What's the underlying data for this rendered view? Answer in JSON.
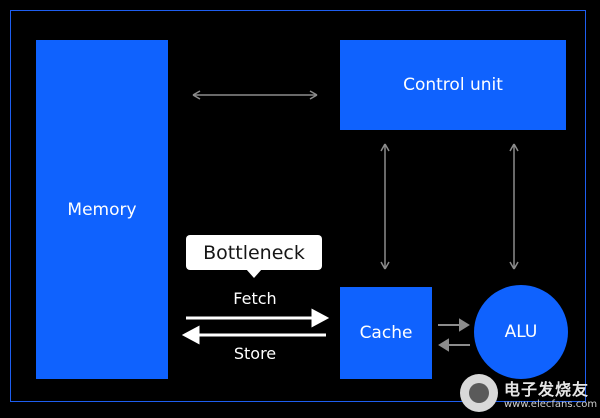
{
  "diagram": {
    "memory_label": "Memory",
    "control_unit_label": "Control unit",
    "cache_label": "Cache",
    "alu_label": "ALU",
    "bottleneck_label": "Bottleneck",
    "fetch_label": "Fetch",
    "store_label": "Store"
  },
  "watermark": {
    "title": "电子发烧友",
    "url": "www.elecfans.com"
  },
  "colors": {
    "background": "#000000",
    "block_blue": "#0f62fe",
    "frame_blue": "#1e5ef0",
    "thin_arrow_gray": "#8c8c8c",
    "bus_arrow_white": "#ffffff"
  }
}
